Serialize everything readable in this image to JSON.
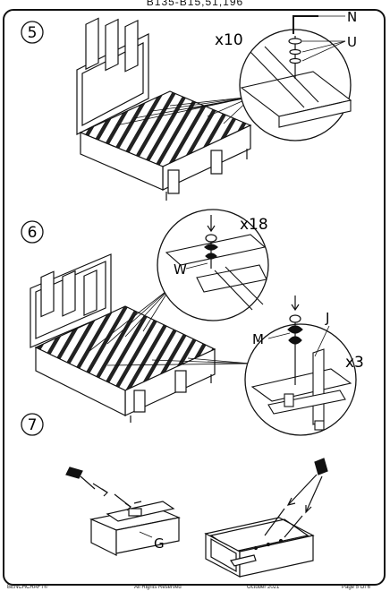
{
  "header": {
    "model_code": "B135-B15,51,196"
  },
  "steps": [
    {
      "number": "5",
      "callout_qty": "x10",
      "callout_labels": [
        "N",
        "U"
      ]
    },
    {
      "number": "6",
      "callout_qty_a": "x18",
      "callout_labels_a": [
        "W"
      ],
      "callout_qty_b": "x3",
      "callout_labels_b": [
        "M",
        "J"
      ]
    },
    {
      "number": "7",
      "part_labels": [
        "G"
      ]
    }
  ],
  "footer": {
    "brand": "BENCHCRAFT®",
    "rights": "All Rights Reserved",
    "date": "October 2021",
    "page": "Page 5 Of 6"
  }
}
